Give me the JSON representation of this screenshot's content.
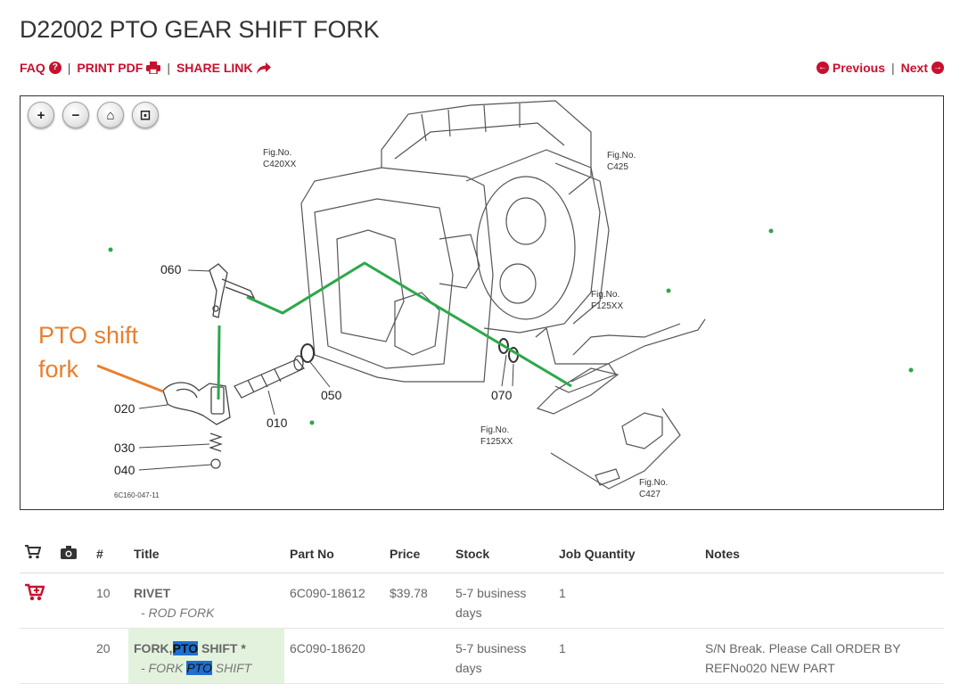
{
  "page": {
    "title": "D22002 PTO GEAR SHIFT FORK"
  },
  "toolbar": {
    "faq_label": "FAQ",
    "print_label": "PRINT PDF",
    "share_label": "SHARE LINK",
    "separator": "|",
    "previous_label": "Previous",
    "next_label": "Next"
  },
  "diagram": {
    "zoom_in": "+",
    "zoom_out": "−",
    "home": "⌂",
    "fit": "⊡",
    "callouts": [
      "060",
      "020",
      "030",
      "040",
      "010",
      "050",
      "070"
    ],
    "fig_refs": [
      {
        "line1": "Fig.No.",
        "line2": "C420XX"
      },
      {
        "line1": "Fig.No.",
        "line2": "C425"
      },
      {
        "line1": "Fig.No.",
        "line2": "F125XX"
      },
      {
        "line1": "Fig.No.",
        "line2": "F125XX"
      },
      {
        "line1": "Fig.No.",
        "line2": "C427"
      }
    ],
    "annotation_line1": "PTO shift",
    "annotation_line2": "fork",
    "ref_code": "6C160-047-11",
    "colors": {
      "annotation": "#e87f2f",
      "connector": "#2ca84a"
    }
  },
  "table": {
    "headers": {
      "cart": "cart-icon",
      "camera": "camera-icon",
      "num": "#",
      "title": "Title",
      "part_no": "Part No",
      "price": "Price",
      "stock": "Stock",
      "job_qty": "Job Quantity",
      "notes": "Notes"
    },
    "rows": [
      {
        "num": "10",
        "title": "RIVET",
        "subtitle": "- ROD FORK",
        "part_no": "6C090-18612",
        "price": "$39.78",
        "stock_line1": "5-7 business",
        "stock_line2": "days",
        "job_qty": "1",
        "notes_line1": "",
        "notes_line2": ""
      },
      {
        "num": "20",
        "title_pre": "FORK,",
        "title_hl": "PTO",
        "title_post": " SHIFT *",
        "sub_pre": "- FORK ",
        "sub_hl": "PTO",
        "sub_post": " SHIFT",
        "part_no": "6C090-18620",
        "price": "",
        "stock_line1": "5-7 business",
        "stock_line2": "days",
        "job_qty": "1",
        "notes_line1": "S/N Break. Please Call ORDER BY",
        "notes_line2": "REFNo020 NEW PART"
      }
    ]
  },
  "colors": {
    "accent_red": "#c8102e",
    "highlight_blue": "#1f6fd1",
    "row_green": "#e3f2dd"
  }
}
